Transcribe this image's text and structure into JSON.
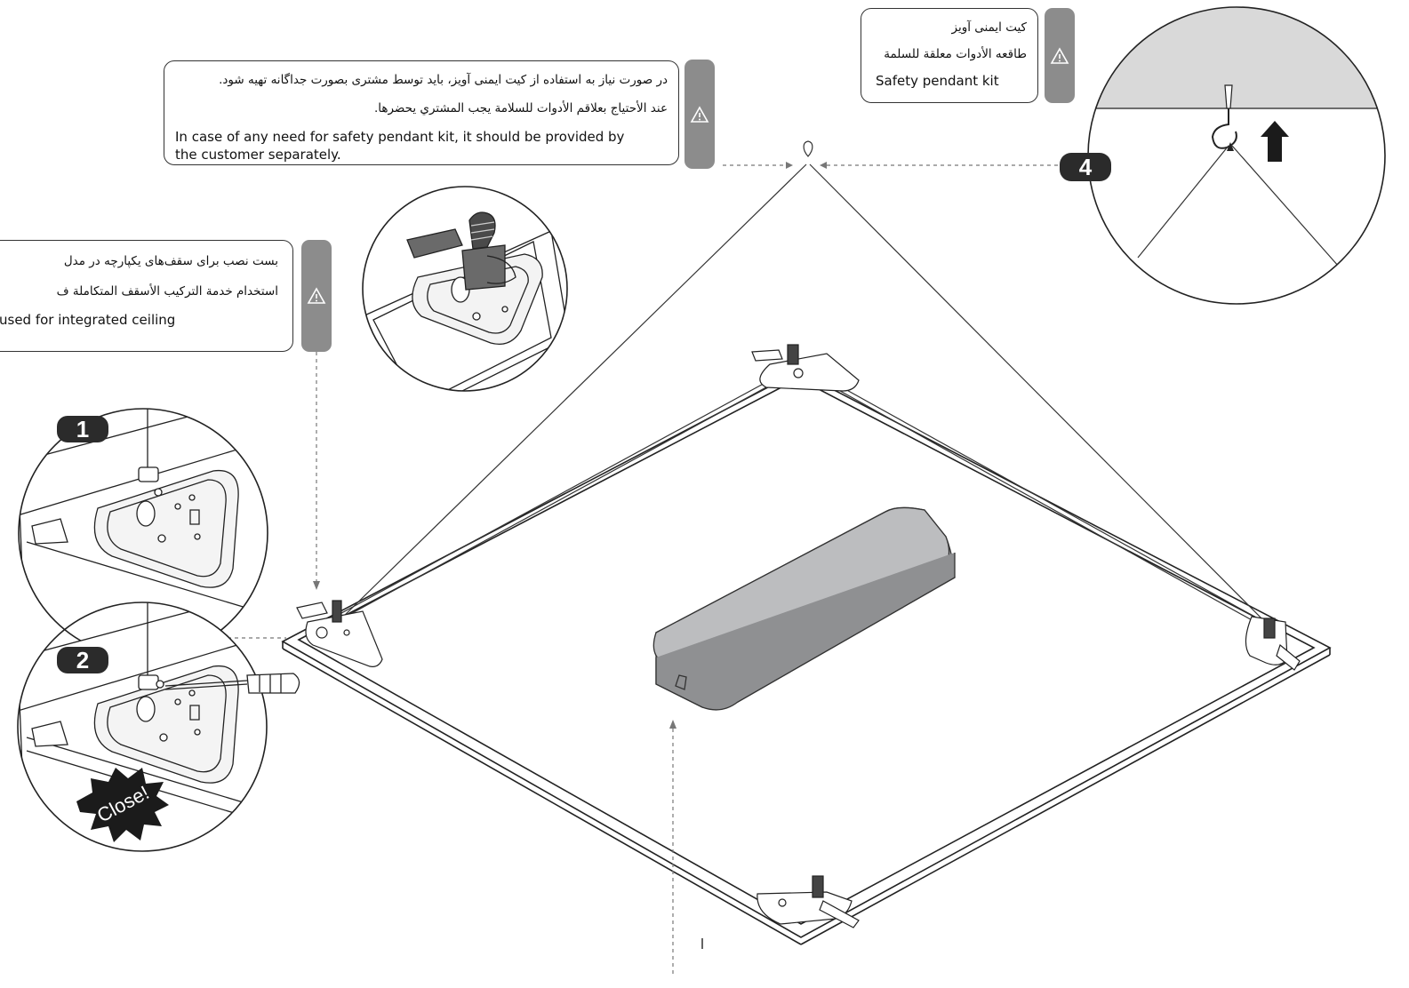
{
  "callouts": {
    "top": {
      "fa": "در صورت نیاز به استفاده از کیت ایمنی آویز، باید توسط مشتری بصورت جداگانه تهیه شود.",
      "ar": "عند الأحتياج بعلاقم الأدوات للسلامة يجب المشتري يحضرها.",
      "en1": "In case of any need for safety pendant kit, it should be provided by",
      "en2": "the customer separately."
    },
    "kit": {
      "fa": "کیت ایمنی آویز",
      "ar": "طاقعه الأدوات معلقة للسلمة",
      "en": "Safety pendant kit"
    },
    "left": {
      "fa": "بست نصب برای سقف‌های یکپارچه در مدل",
      "ar": "استخدام خدمة التركيب الأسقف المتكاملة ف",
      "en": "used for integrated ceiling"
    }
  },
  "badges": {
    "step1": "1",
    "step2": "2",
    "step4": "4"
  },
  "close_label": "Close!",
  "icons": {
    "warning": "warning-triangle-icon",
    "arrow": "arrow-up-icon"
  },
  "colors": {
    "tab": "#8c8c8c",
    "badge": "#2b2b2b",
    "driver": "#a8a9ab",
    "ceiling": "#d9d9d9"
  }
}
